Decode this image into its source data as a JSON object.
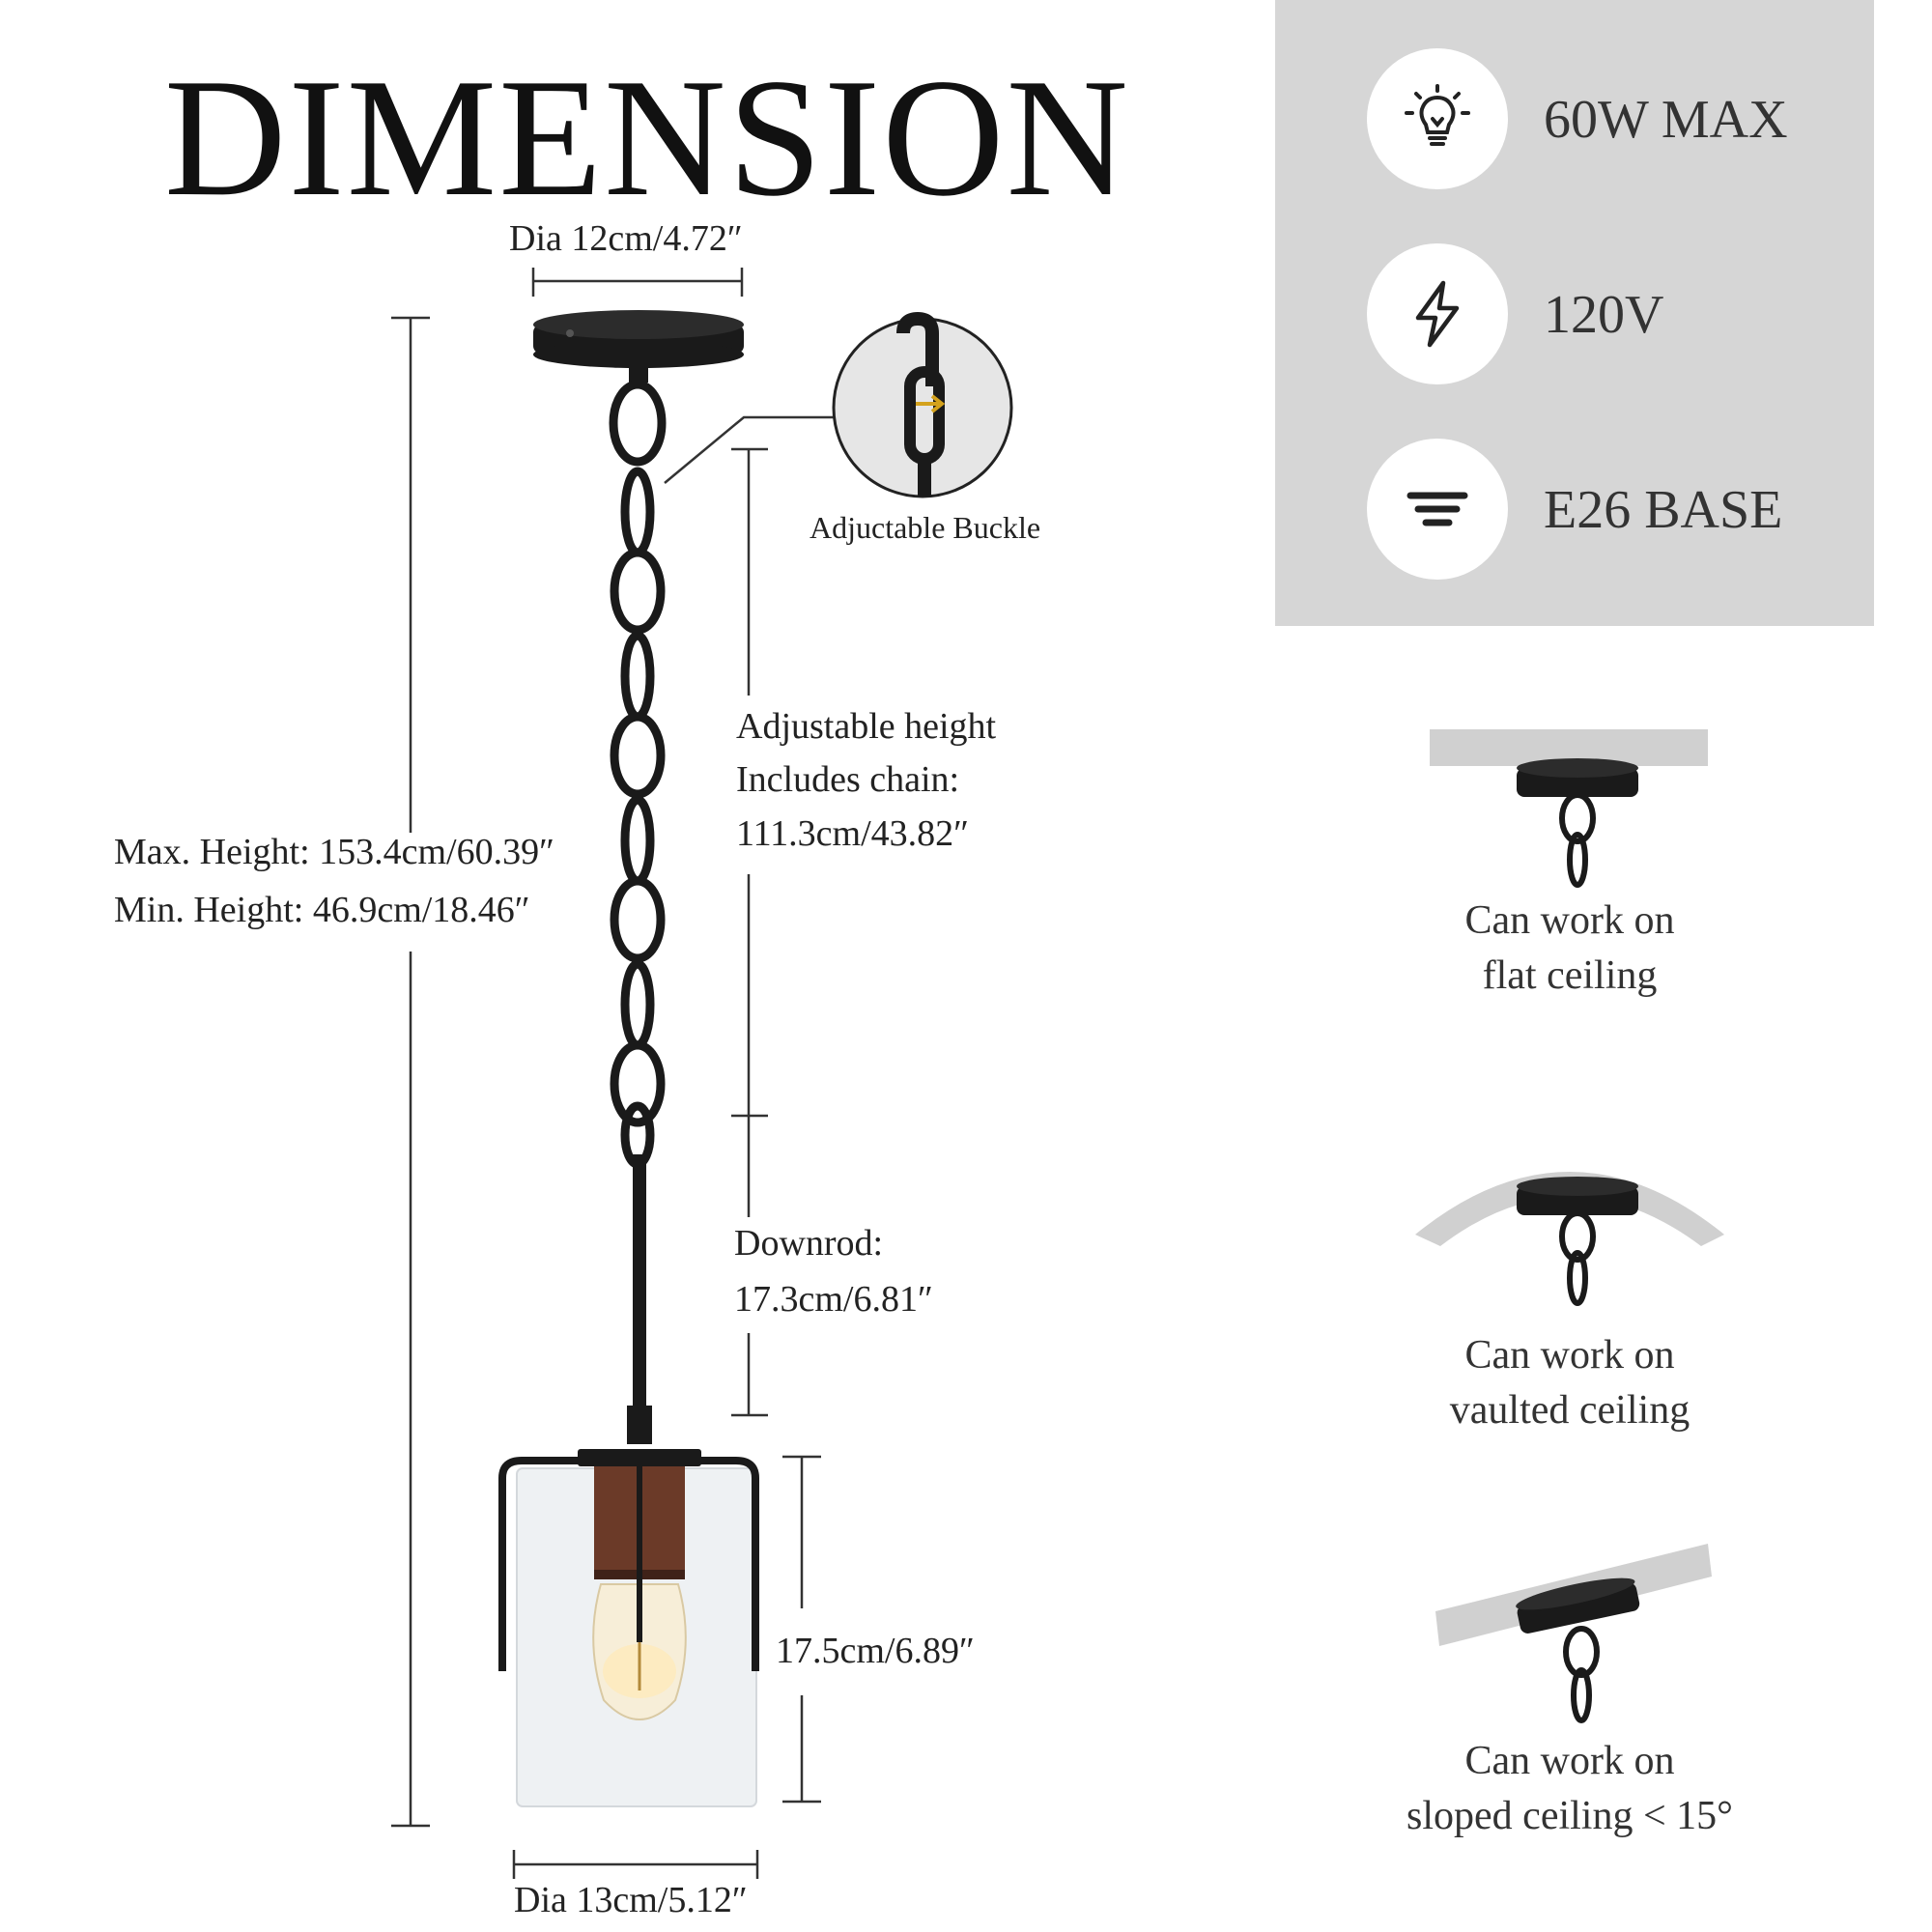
{
  "title": "DIMENSION",
  "dimensions": {
    "canopy_dia": "Dia 12cm/4.72″",
    "buckle_label": "Adjuctable Buckle",
    "max_height": "Max. Height: 153.4cm/60.39″",
    "min_height": "Min. Height: 46.9cm/18.46″",
    "chain_line1": "Adjustable height",
    "chain_line2": "Includes chain:",
    "chain_line3": "111.3cm/43.82″",
    "downrod_line1": "Downrod:",
    "downrod_line2": "17.3cm/6.81″",
    "shade_height": "17.5cm/6.89″",
    "shade_dia": "Dia 13cm/5.12″"
  },
  "specs": [
    {
      "icon": "light-bulb-icon",
      "text": "60W MAX"
    },
    {
      "icon": "lightning-bolt-icon",
      "text": "120V"
    },
    {
      "icon": "base-socket-icon",
      "text": "E26 BASE"
    }
  ],
  "ceilings": [
    {
      "icon": "flat-ceiling-icon",
      "line1": "Can work on",
      "line2": "flat ceiling"
    },
    {
      "icon": "vaulted-ceiling-icon",
      "line1": "Can work on",
      "line2": "vaulted ceiling"
    },
    {
      "icon": "sloped-ceiling-icon",
      "line1": "Can work on",
      "line2": "sloped ceiling < 15°"
    }
  ],
  "colors": {
    "panel": "#d6d6d6",
    "fixture": "#1a1a1a",
    "socket": "#6b3a28",
    "glass": "#eef1f3"
  }
}
